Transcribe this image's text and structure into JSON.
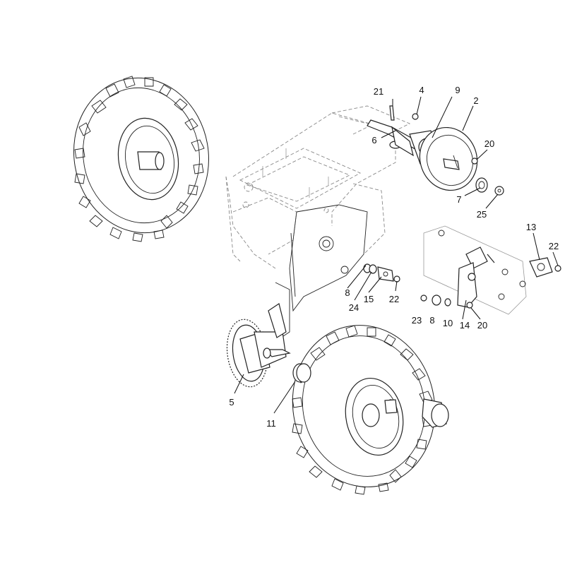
{
  "diagram": {
    "callouts": {
      "c21": "21",
      "c4": "4",
      "c9": "9",
      "c2": "2",
      "c6": "6",
      "c20a": "20",
      "c7": "7",
      "c25": "25",
      "c13": "13",
      "c22a": "22",
      "c8a": "8",
      "c24": "24",
      "c15": "15",
      "c22b": "22",
      "c23": "23",
      "c8b": "8",
      "c10": "10",
      "c14": "14",
      "c20b": "20",
      "c5": "5",
      "c11": "11"
    }
  }
}
